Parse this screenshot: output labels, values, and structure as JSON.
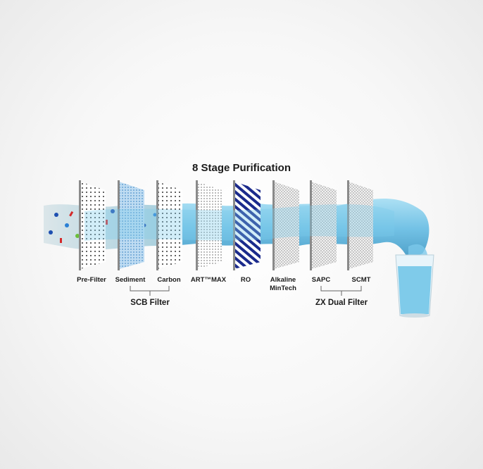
{
  "title": "8 Stage Purification",
  "stages": [
    {
      "label": "Pre-Filter",
      "pattern": "dots"
    },
    {
      "label": "Sediment",
      "pattern": "mesh-blue"
    },
    {
      "label": "Carbon",
      "pattern": "dots"
    },
    {
      "label": "ART™MAX",
      "pattern": "dots-fine"
    },
    {
      "label": "RO",
      "pattern": "stripes-navy"
    },
    {
      "label": "Alkaline",
      "label2": "MinTech",
      "pattern": "mesh-grey"
    },
    {
      "label": "SAPC",
      "pattern": "mesh-grey"
    },
    {
      "label": "SCMT",
      "pattern": "mesh-grey"
    }
  ],
  "groups": [
    {
      "label": "SCB Filter"
    },
    {
      "label": "ZX Dual Filter"
    }
  ],
  "colors": {
    "water": "#6cc3e6",
    "water_dark": "#2f8fbf",
    "frame": "#8a8a8a",
    "ro": "#1b2a8c"
  }
}
